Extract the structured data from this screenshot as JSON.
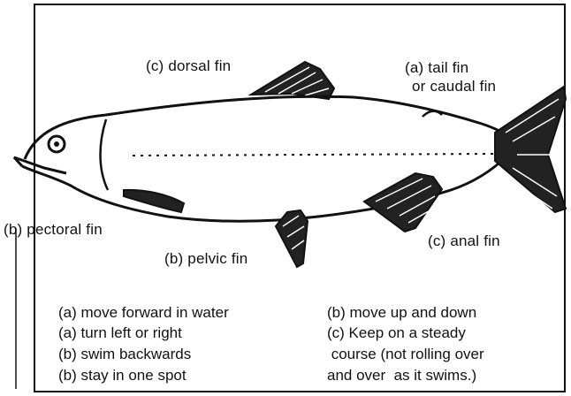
{
  "labels": {
    "dorsal": "(c) dorsal fin",
    "tail_line1": "(a) tail fin",
    "tail_line2": "or caudal fin",
    "pectoral": "(b) pectoral fin",
    "pelvic": "(b) pelvic fin",
    "anal": "(c) anal fin"
  },
  "functions": {
    "left": [
      "(a) move forward in water",
      "(a) turn left or right",
      "(b) swim backwards",
      "(b) stay in one spot"
    ],
    "right": [
      "(b) move up and down",
      "(c) Keep on a steady",
      " course (not rolling over",
      "and over  as it swims.)"
    ]
  }
}
